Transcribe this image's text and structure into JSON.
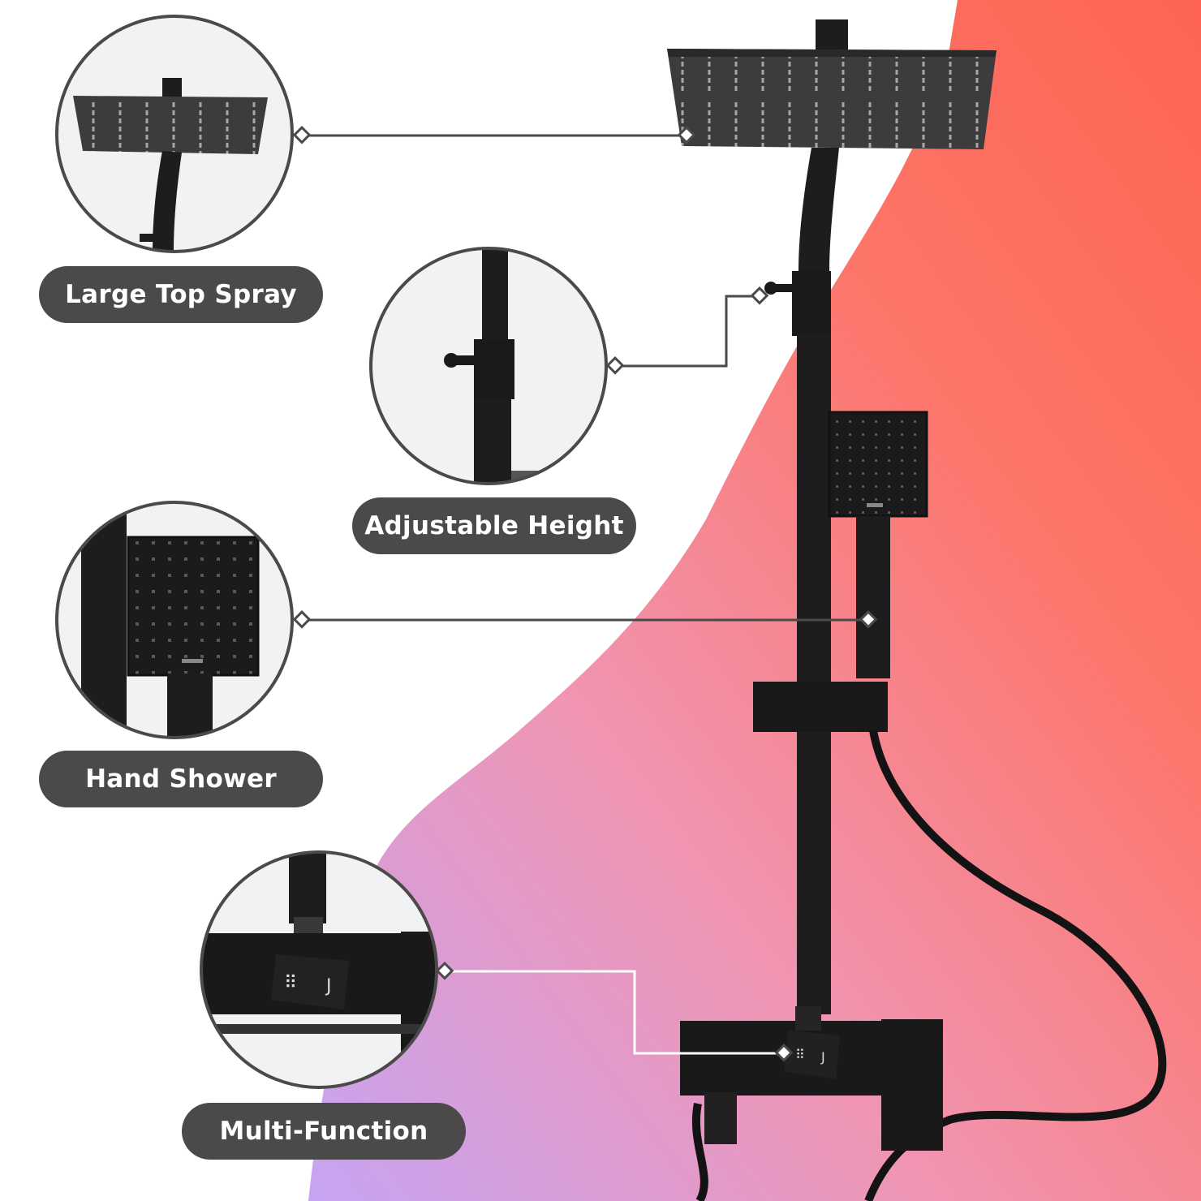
{
  "features": [
    {
      "label": "Large Top Spray",
      "icon": "rain-shower-head-closeup"
    },
    {
      "label": "Adjustable Height",
      "icon": "height-adjust-clamp-closeup"
    },
    {
      "label": "Hand Shower",
      "icon": "hand-shower-closeup"
    },
    {
      "label": "Multi-Function",
      "icon": "diverter-valve-closeup"
    }
  ],
  "colors": {
    "background": "#ffffff",
    "pill": "#4b4949",
    "pill_text": "#ffffff",
    "fixture": "#1e1c1c",
    "gradient_purple": "#c9a5f2",
    "gradient_pink": "#f08fa5",
    "gradient_red": "#fd6b5a",
    "connector": "#4b4949"
  }
}
